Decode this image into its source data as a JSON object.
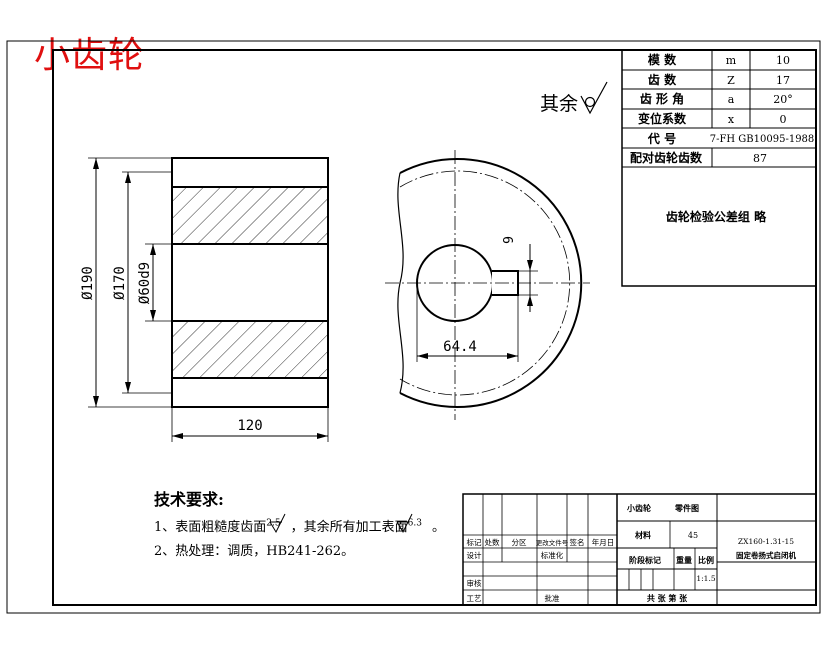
{
  "title": "小齿轮",
  "surface_note": "其余",
  "params": [
    {
      "name": "模  数",
      "symbol": "m",
      "value": "10"
    },
    {
      "name": "齿  数",
      "symbol": "Z",
      "value": "17"
    },
    {
      "name": "齿 形 角",
      "symbol": "a",
      "value": "20°"
    },
    {
      "name": "变位系数",
      "symbol": "x",
      "value": "0"
    }
  ],
  "code_row": {
    "name": "代    号",
    "value": "7-FH GB10095-1988"
  },
  "mating_row": {
    "name": "配对齿轮齿数",
    "value": "87"
  },
  "inspection_note": "齿轮检验公差组  略",
  "dims": {
    "d190": "Ø190",
    "d170": "Ø170",
    "d60": "Ø60d9",
    "width": "120",
    "key_height": "64.4",
    "key_width": "9"
  },
  "requirements": {
    "heading": "技术要求:",
    "line1_a": "1、表面粗糙度齿面",
    "line1_ra1": "2.5",
    "line1_b": "，其余所有加工表面",
    "line1_ra2": "6.3",
    "line1_end": "。",
    "line2": "2、热处理：调质，HB241-262。"
  },
  "title_block": {
    "part_name": "小齿轮",
    "drawing_type": "零件图",
    "material_label": "材料",
    "material_value": "45",
    "drawing_no": "ZX160-1.31-15",
    "product": "固定卷扬式启闭机",
    "stage_label": "阶段标记",
    "weight_label": "重量",
    "scale_label": "比例",
    "scale_value": "1:1.5",
    "sheet_text": "共    张   第    张",
    "rev_mark": "标记",
    "rev_count": "处数",
    "rev_zone": "分区",
    "rev_doc": "更改文件号",
    "rev_sign": "签名",
    "rev_date": "年月日",
    "design": "设计",
    "standardize": "标准化",
    "review": "审核",
    "process": "工艺",
    "approve": "批准"
  }
}
